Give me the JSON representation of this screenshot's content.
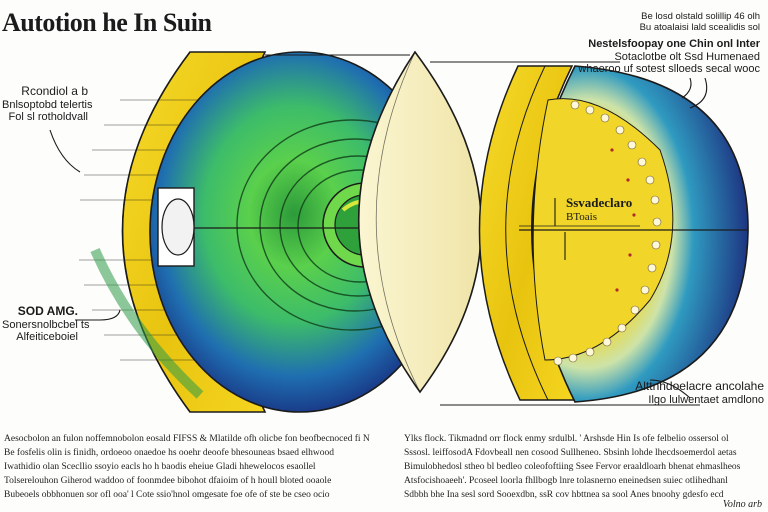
{
  "title": "Autotion he In Suin",
  "labels": {
    "top_right_1": "Be losd olstald solillip 46 olh",
    "top_right_2": "Bu atoalaisi lald scealidis sol",
    "right_mid_1": "Nestelsfoopay one Chin onl Inter",
    "right_mid_2": "Sotaclotbe olt Ssd Humenaed",
    "right_mid_3": "whaeroo uf sotest slloeds secal wooc",
    "left_top_1": "Rcondiol a b",
    "left_top_2": "Bnlsoptobd telertis",
    "left_top_3": "Fol sl rotholdvall",
    "left_mid_1": "SOD AMG.",
    "left_mid_2": "Sonersnolbcbel ts",
    "left_mid_3": "Alfeiticeboiel",
    "center_1": "Ssvadeclaro",
    "center_2": "BToais",
    "bottom_right_1": "Alttnhdoelacre ancolahe",
    "bottom_right_2": "Ilgo lulwentaet amdlono"
  },
  "paragraphs": {
    "left": [
      "Aesocbolon an fulon noffemnobolon eosald FIFSS & Mlatilde ofh olicbe fon beofbecnoced fi Noo",
      "Be fosfelis olin is finidh, ordoeoo onaedoe hs ooehr deoofe bhesouneas bsaed elhwood",
      "Iwathidio olan Scecllio ssoyio eacls ho h baodis eheiue Gladi hhewelocos esaollel",
      "Tolserelouhon Giherod waddoo of foonmdee bibohot dfaioim of h houll bloted ooaole",
      "Bubeoels obbhonuen sor ofl ooa' l Cote ssio'hnol omgesate foe ofe of ste be cseo ocio"
    ],
    "right": [
      "Ylks flock. Tikmadnd orr flock enmy srdulbl. ' Arshsde Hin Is ofe felbelio ossersol ol",
      "Sssosl. leiffosodA Fdovbeall nen cosood Sullheneo. Sbsinh lohde lhecdsoemerdol aetas",
      "Bimulobhedosl stheo bl bedleo coleofoftiing Ssee Fervor eraaldloarh bhenat ehmaslheos",
      "Atsfocishoaeeh'. Pcoseel loorla fhllbogb lnre tolasnerno eneinedsen suiec otlihedhanl",
      "Sdbbh bhe Ina sesl sord Sooexdbn, ssR cov hbttnea sa sool Anes bnoohy gdesfo ecd"
    ]
  },
  "corner": "Volno arb",
  "colors": {
    "yellow": "#f5d21c",
    "green": "#3dbc4a",
    "navy": "#1d2a86",
    "cream": "#f6efbd",
    "ink": "#1b1b1b"
  }
}
